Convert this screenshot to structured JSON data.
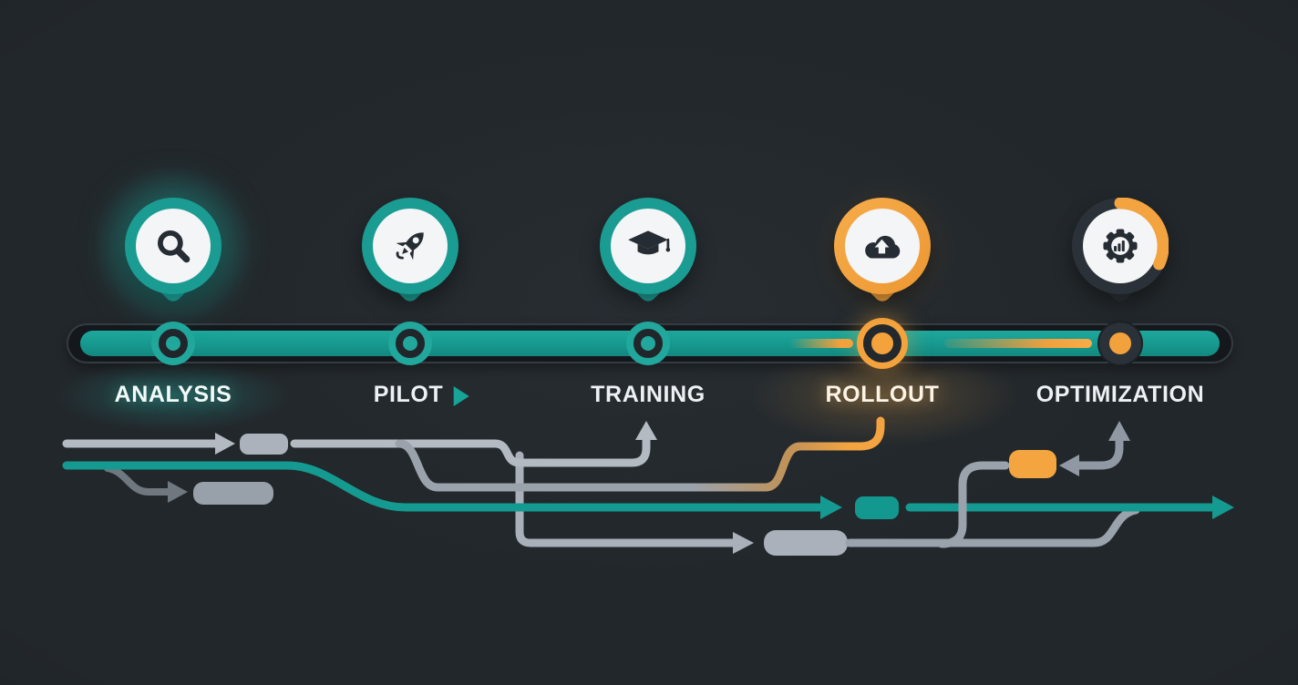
{
  "stages": [
    {
      "label": "ANALYSIS",
      "icon": "search-icon"
    },
    {
      "label": "PILOT",
      "icon": "rocket-icon",
      "label_suffix_icon": "play-triangle-icon"
    },
    {
      "label": "TRAINING",
      "icon": "graduation-cap-icon"
    },
    {
      "label": "ROLLOUT",
      "icon": "cloud-upload-icon"
    },
    {
      "label": "OPTIMIZATION",
      "icon": "gear-chart-icon"
    }
  ],
  "colors": {
    "background": "#22272b",
    "teal": "#17988e",
    "teal_node": "#21a79c",
    "orange": "#f3a23c",
    "light_gray": "#aeb5be",
    "mid_gray": "#6f777f",
    "track_dark": "#14181c",
    "pin_face": "#f4f5f6",
    "icon_dark": "#262c33",
    "label_text": "#eef1f4"
  }
}
